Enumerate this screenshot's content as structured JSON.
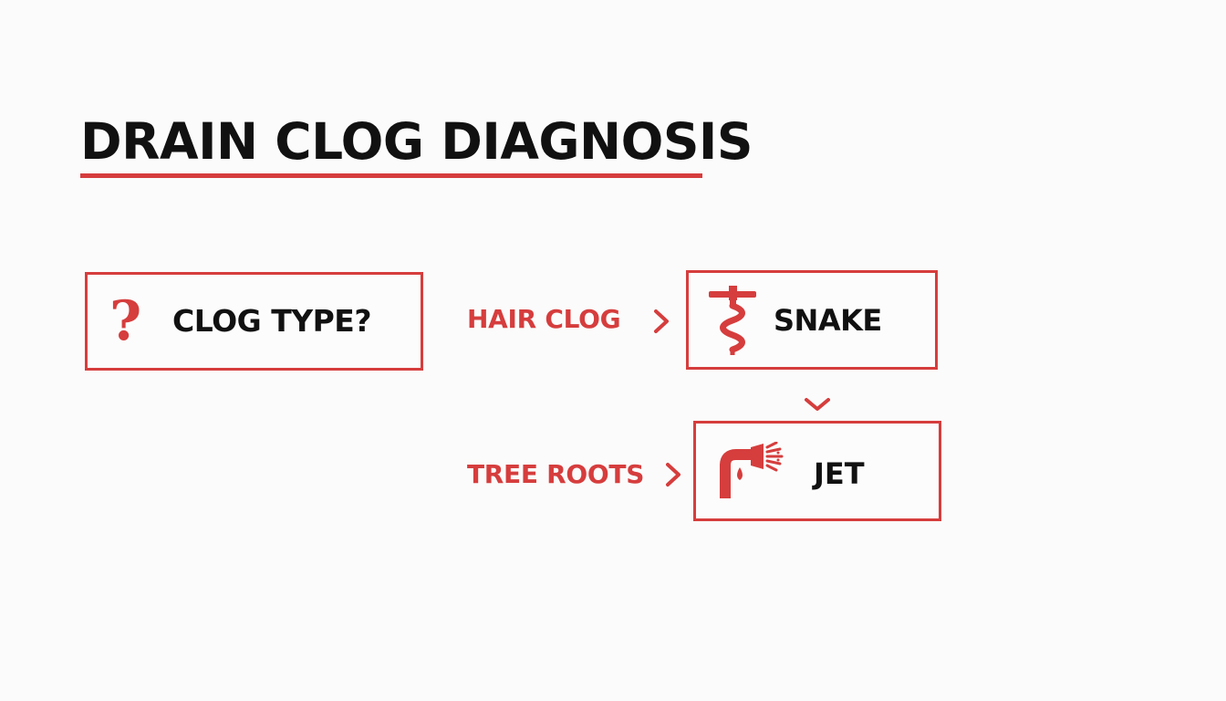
{
  "title": "DRAIN CLOG DIAGNOSIS",
  "nodes": {
    "start": {
      "label": "CLOG TYPE?",
      "icon": "question-mark-icon",
      "glyph": "?"
    },
    "snake": {
      "label": "SNAKE",
      "icon": "drain-snake-icon"
    },
    "jet": {
      "label": "JET",
      "icon": "water-jet-icon"
    }
  },
  "branches": {
    "hair": {
      "label": "HAIR CLOG"
    },
    "roots": {
      "label": "TREE ROOTS"
    }
  },
  "colors": {
    "accent": "#d63d3d",
    "text": "#111111",
    "background": "#fbfbfb"
  }
}
